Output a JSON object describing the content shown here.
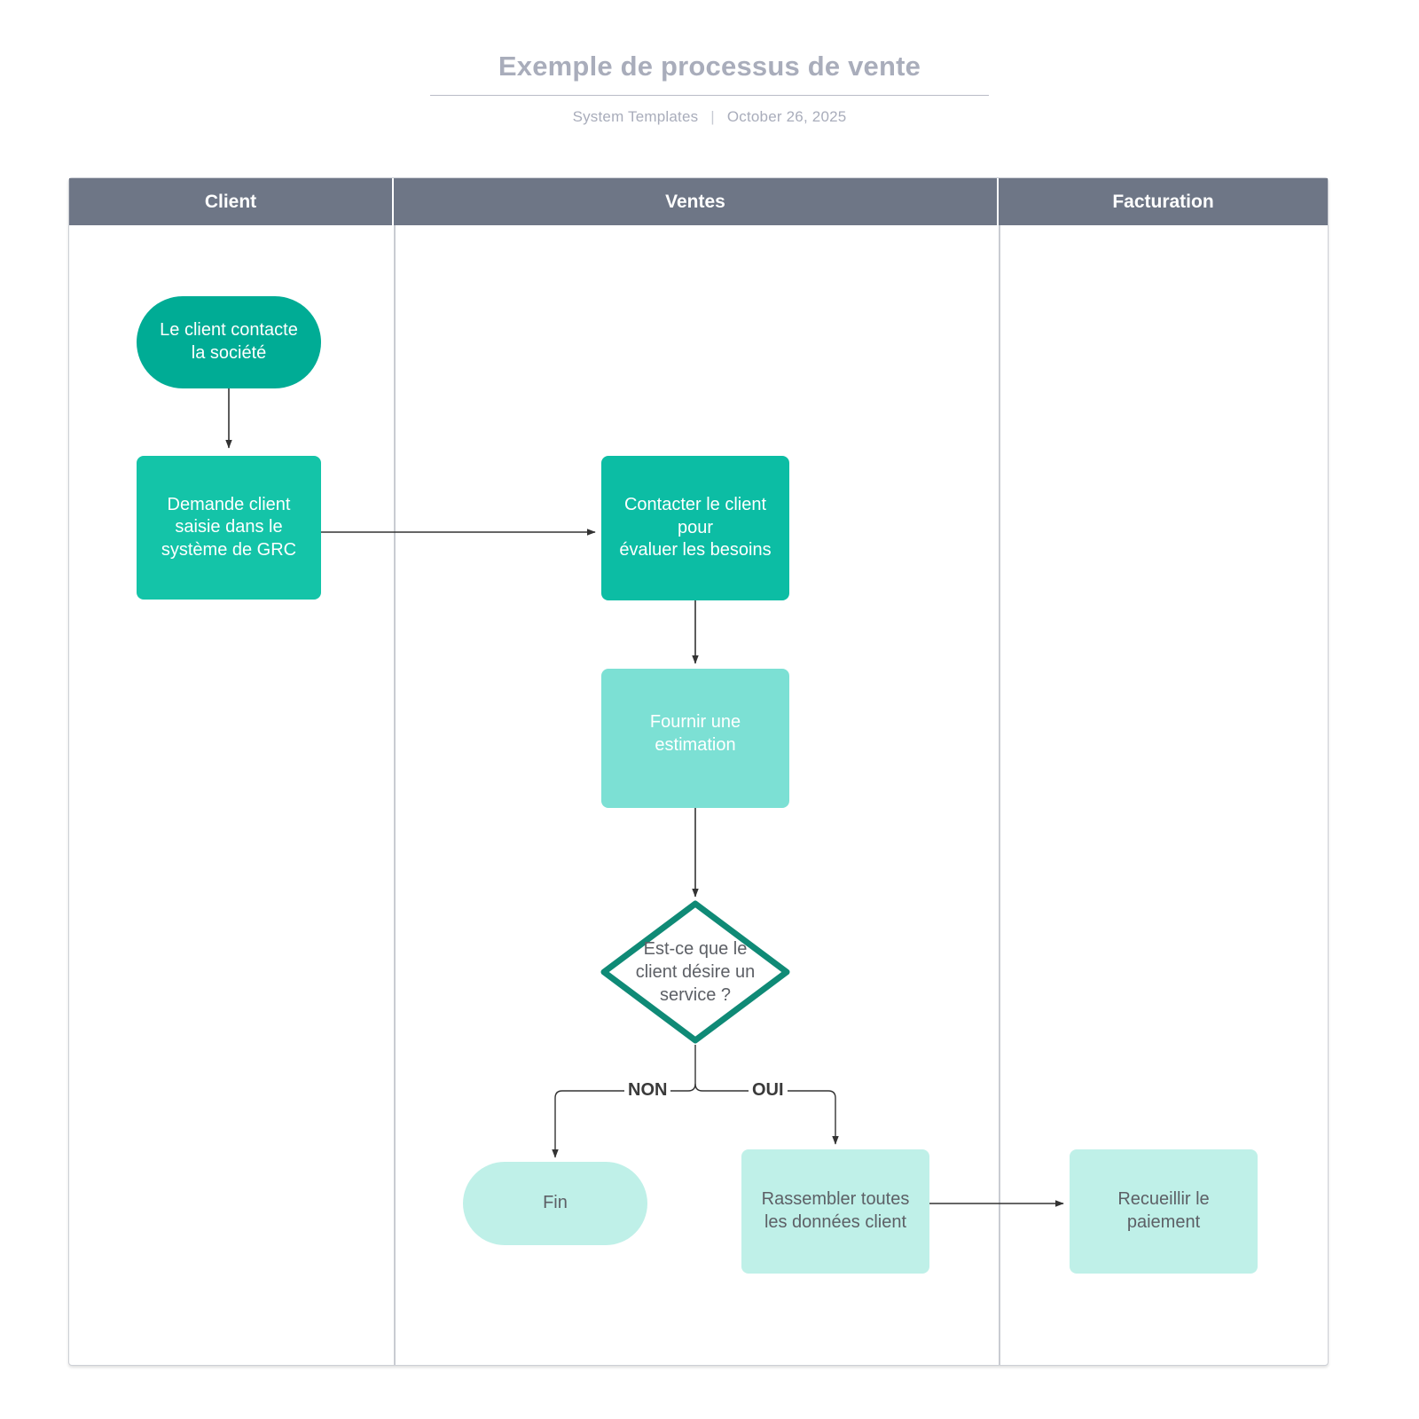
{
  "header": {
    "title": "Exemple de processus de vente",
    "author": "System Templates",
    "separator": "|",
    "date": "October 26, 2025"
  },
  "diagram": {
    "type": "swimlane-flowchart",
    "lanes": [
      {
        "id": "client",
        "label": "Client"
      },
      {
        "id": "ventes",
        "label": "Ventes"
      },
      {
        "id": "facturation",
        "label": "Facturation"
      }
    ],
    "colors": {
      "lane_header_bg": "#6e7686",
      "lane_header_text": "#ffffff",
      "frame_border": "#cdd0d6",
      "lane_divider": "#c9ccd2",
      "node_dark_teal": "#00ac95",
      "node_teal": "#14c4a8",
      "node_light_teal": "#7ce0d4",
      "node_pale_mint": "#bff0e8",
      "decision_stroke": "#0f8a76",
      "decision_fill": "#ffffff",
      "connector": "#333333",
      "title_text": "#a9adbb",
      "body_text": "#5d6066"
    },
    "nodes": [
      {
        "id": "start",
        "lane": "client",
        "shape": "terminator",
        "label": "Le client contacte\nla société",
        "fill": "node_dark_teal",
        "text_color": "#ffffff"
      },
      {
        "id": "crm",
        "lane": "client",
        "shape": "process",
        "label": "Demande client\nsaisie dans le\nsystème de GRC",
        "fill": "node_teal",
        "text_color": "#ffffff"
      },
      {
        "id": "contact",
        "lane": "ventes",
        "shape": "process",
        "label": "Contacter le client\npour\névaluer les besoins",
        "fill": "node_teal",
        "text_color": "#ffffff"
      },
      {
        "id": "estimate",
        "lane": "ventes",
        "shape": "process",
        "label": "Fournir une\nestimation",
        "fill": "node_light_teal",
        "text_color": "#ffffff"
      },
      {
        "id": "decision",
        "lane": "ventes",
        "shape": "decision",
        "label": "Est-ce que le\nclient désire un\nservice ?",
        "fill": "decision_fill",
        "text_color": "#5d6066"
      },
      {
        "id": "end",
        "lane": "ventes",
        "shape": "terminator",
        "label": "Fin",
        "fill": "node_pale_mint",
        "text_color": "#5d6066"
      },
      {
        "id": "gather",
        "lane": "ventes",
        "shape": "process",
        "label": "Rassembler toutes\nles données client",
        "fill": "node_pale_mint",
        "text_color": "#5d6066"
      },
      {
        "id": "payment",
        "lane": "facturation",
        "shape": "process",
        "label": "Recueillir le\npaiement",
        "fill": "node_pale_mint",
        "text_color": "#5d6066"
      }
    ],
    "edges": [
      {
        "from": "start",
        "to": "crm",
        "label": ""
      },
      {
        "from": "crm",
        "to": "contact",
        "label": ""
      },
      {
        "from": "contact",
        "to": "estimate",
        "label": ""
      },
      {
        "from": "estimate",
        "to": "decision",
        "label": ""
      },
      {
        "from": "decision",
        "to": "end",
        "label": "NON"
      },
      {
        "from": "decision",
        "to": "gather",
        "label": "OUI"
      },
      {
        "from": "gather",
        "to": "payment",
        "label": ""
      }
    ]
  }
}
